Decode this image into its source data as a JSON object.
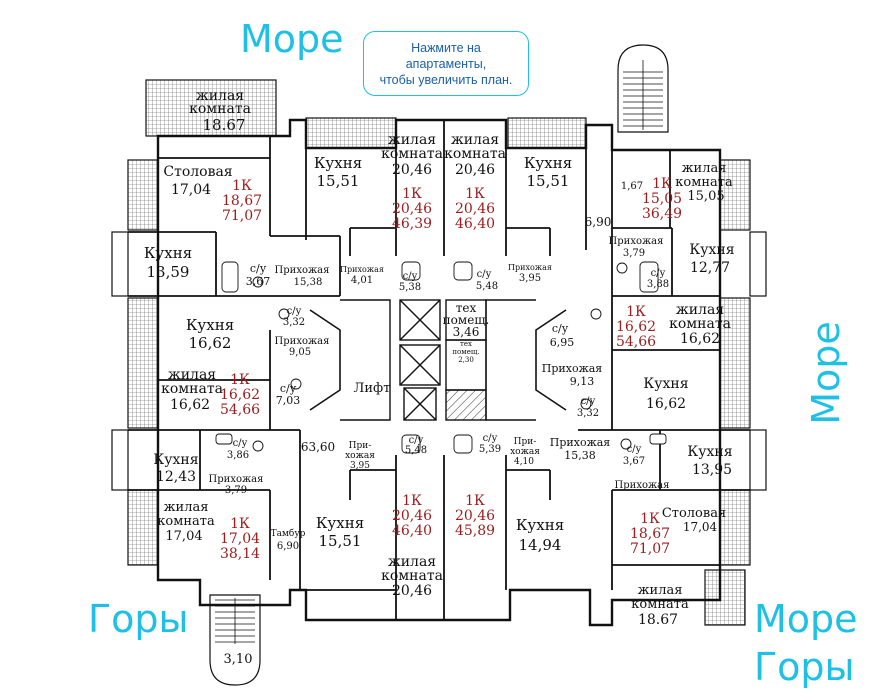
{
  "labels": {
    "sea_top": "Море",
    "sea_right": "Море",
    "mountains_left": "Горы",
    "sea_bottom_right": "Море",
    "mountains_bottom_right": "Горы"
  },
  "notice": {
    "line1": "Нажмите на",
    "line2": "апартаменты,",
    "line3": "чтобы увеличить план."
  },
  "colors": {
    "accent": "#1ec0e6",
    "apartment_text": "#9c1c1c",
    "wall": "#111111"
  },
  "apartments": [
    {
      "id": "nw",
      "type": "1К",
      "living": "18,67",
      "total": "71,07"
    },
    {
      "id": "n1",
      "type": "1К",
      "living": "20,46",
      "total": "46,39"
    },
    {
      "id": "n2",
      "type": "1К",
      "living": "20,46",
      "total": "46,40"
    },
    {
      "id": "ne",
      "type": "1К",
      "living": "15,05",
      "total": "36,49"
    },
    {
      "id": "w1",
      "type": "1К",
      "living": "16,62",
      "total": "54,66"
    },
    {
      "id": "e1",
      "type": "1К",
      "living": "16,62",
      "total": "54,66"
    },
    {
      "id": "sw",
      "type": "1К",
      "living": "17,04",
      "total": "38,14"
    },
    {
      "id": "s1",
      "type": "1К",
      "living": "20,46",
      "total": "46,40"
    },
    {
      "id": "s2",
      "type": "1К",
      "living": "20,46",
      "total": "45,89"
    },
    {
      "id": "se",
      "type": "1К",
      "living": "18,67",
      "total": "71,07"
    }
  ],
  "rooms": {
    "living_word1": "жилая",
    "living_word2": "комната",
    "kitchen": "Кухня",
    "dining": "Столовая",
    "hall": "Прихожая",
    "bath": "с/у",
    "tech_word1": "тех",
    "tech_word2": "помещ.",
    "lift": "Лифт",
    "tambour": "Тамбур",
    "hall_split1": "При-",
    "hall_split2": "хожая",
    "tech_small1": "тех",
    "tech_small2": "помещ."
  },
  "values": {
    "nw_living": "18.67",
    "nw_dining": "17,04",
    "w_kitchen_top": "13,59",
    "w_bath_top": "3,67",
    "w_hall_top": "15,38",
    "hall_n1": "4,01",
    "bath_n1": "5,38",
    "bath_n2": "5,48",
    "hall_n2": "3,95",
    "n1_kitchen": "15,51",
    "n1_living": "20,46",
    "n2_living": "20,46",
    "n2_kitchen": "15,51",
    "corr_ne": "6,90",
    "ne_small": "1,67",
    "ne_living": "15,05",
    "ne_hall": "3,79",
    "ne_bath": "3,88",
    "ne_kitchen": "12,77",
    "w1_kitchen": "16,62",
    "w1_bath": "3,32",
    "w1_hall": "9,05",
    "tech_big": "3,46",
    "tech_small": "2,30",
    "e1_bath_big": "6,95",
    "e1_living": "16,62",
    "e1_hall": "9,13",
    "e1_bath": "3,32",
    "e1_kitchen": "16,62",
    "w1_living": "16,62",
    "w1_bath_big": "7,03",
    "corridor": "63,60",
    "hall_s1": "3,95",
    "bath_s1": "5,48",
    "bath_s2": "5,39",
    "hall_s2": "4,10",
    "hall_e_s": "15,38",
    "e_s_bath": "3,67",
    "e_s_kitchen": "13,95",
    "sw_kitchen": "12,43",
    "sw_bath": "3,86",
    "sw_hall": "3,79",
    "sw_living": "17,04",
    "tambour": "6,90",
    "s1_kitchen": "15,51",
    "s_living": "20,46",
    "s2_kitchen": "14,94",
    "se_dining": "17,04",
    "se_living": "18.67",
    "stair_bottom": "3,10"
  }
}
